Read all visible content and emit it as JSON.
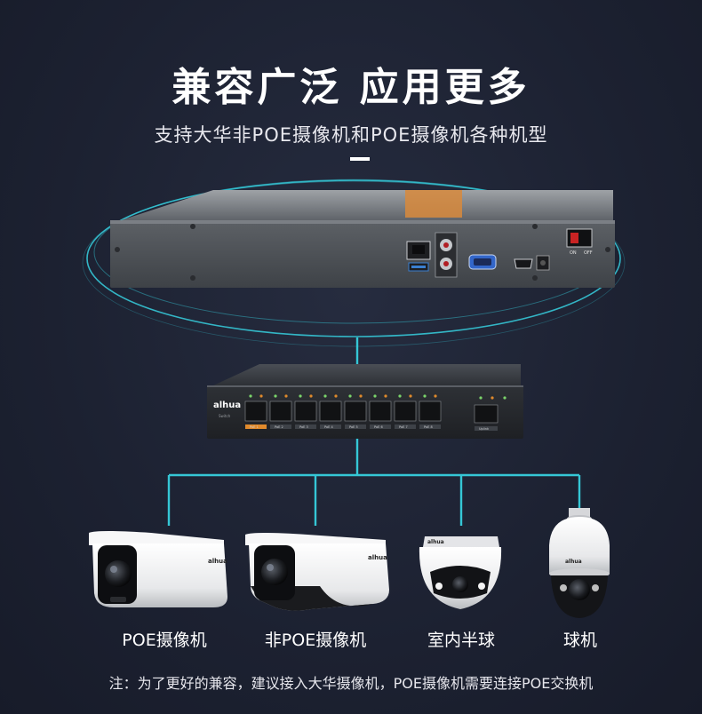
{
  "header": {
    "title": "兼容广泛  应用更多",
    "subtitle": "支持大华非POE摄像机和POE摄像机各种机型"
  },
  "nvr": {
    "switch_on_label": "ON",
    "switch_off_label": "OFF"
  },
  "switch": {
    "brand": "alhua",
    "port_labels": [
      "PoE 1",
      "PoE 2",
      "PoE 3",
      "PoE 4",
      "PoE 5",
      "PoE 6",
      "PoE 7",
      "PoE 8"
    ],
    "uplink_label": "Uplink"
  },
  "cameras": [
    {
      "label": "POE摄像机",
      "brand": "alhua"
    },
    {
      "label": "非POE摄像机",
      "brand": "alhua"
    },
    {
      "label": "室内半球",
      "brand": "alhua"
    },
    {
      "label": "球机",
      "brand": "alhua"
    }
  ],
  "footer": {
    "note": "注：为了更好的兼容，建议接入大华摄像机，POE摄像机需要连接POE交换机"
  },
  "colors": {
    "background": "#1c2131",
    "cyan_line": "#35c7d6",
    "accent_orange": "#e08a2c"
  }
}
